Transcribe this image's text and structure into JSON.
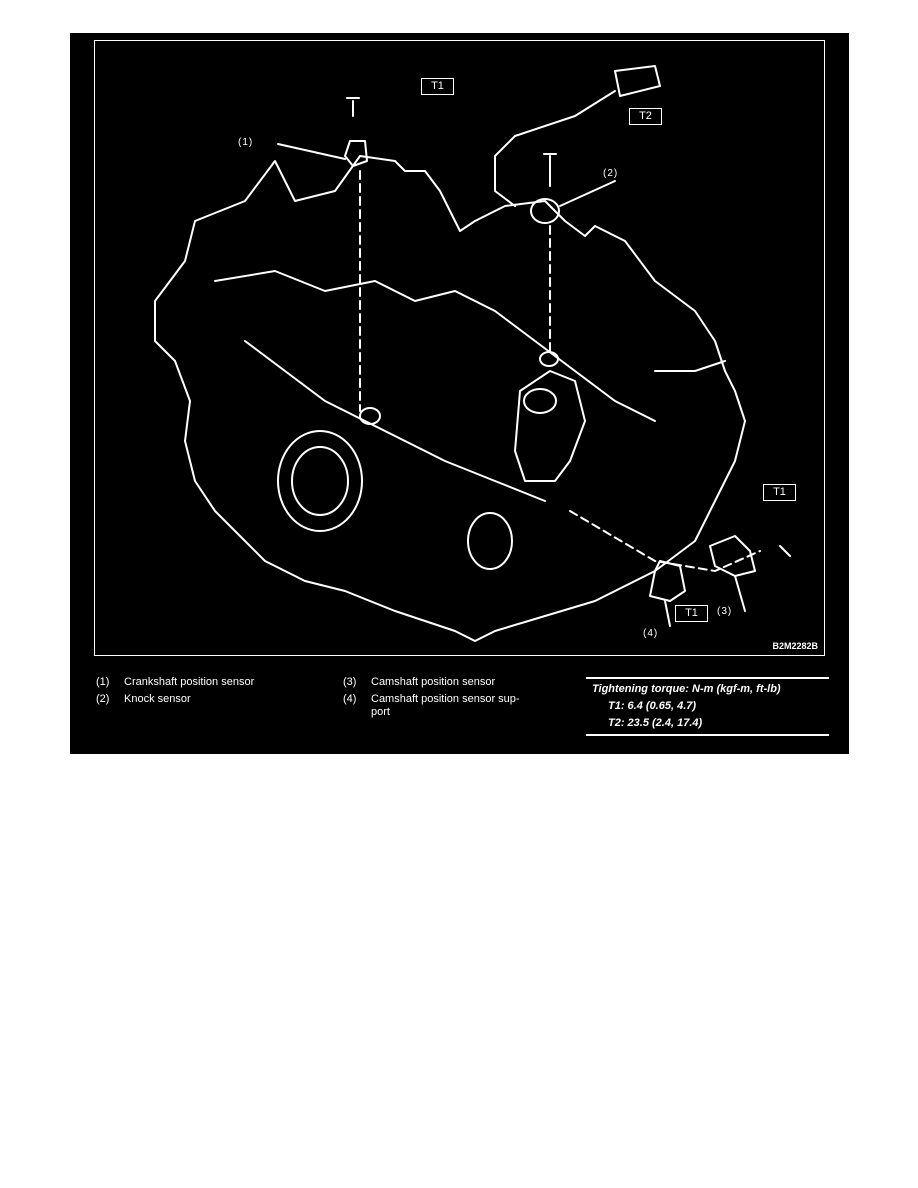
{
  "figure": {
    "code": "B2M2282B",
    "callouts": [
      "(1)",
      "(2)",
      "(3)",
      "(4)"
    ],
    "torque_tags": [
      "T1",
      "T2",
      "T1",
      "T1"
    ]
  },
  "legend": [
    {
      "num": "(1)",
      "text": "Crankshaft position sensor"
    },
    {
      "num": "(2)",
      "text": "Knock sensor"
    },
    {
      "num": "(3)",
      "text": "Camshaft position sensor"
    },
    {
      "num": "(4)",
      "text": "Camshaft position sensor sup-port"
    }
  ],
  "torque": {
    "title": "Tightening torque: N-m (kgf-m, ft-lb)",
    "t1": "T1: 6.4 (0.65, 4.7)",
    "t2": "T2: 23.5 (2.4, 17.4)"
  }
}
